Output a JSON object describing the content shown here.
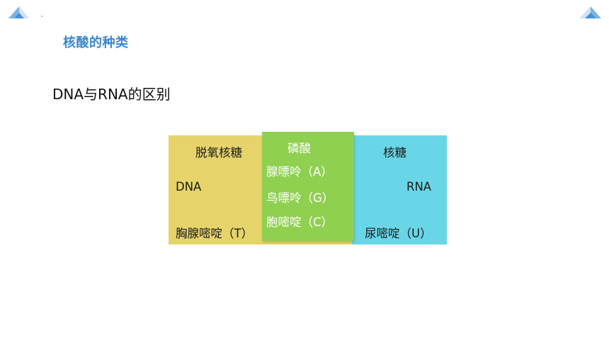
{
  "header": {
    "section_title": "核酸的种类",
    "left_icon": "mountain-triangle-icon",
    "right_icon": "mountain-triangle-icon"
  },
  "subtitle": "DNA与RNA的区别",
  "dna_box": {
    "sugar": "脱氧核糖",
    "name": "DNA",
    "base": "胸腺嘧啶（T）",
    "color": "#e6d46a"
  },
  "phosphate_box": {
    "title": "磷酸",
    "bases": [
      "腺嘌呤（A）",
      "鸟嘌呤（G）",
      "胞嘧啶（C）"
    ],
    "color": "#8fd050"
  },
  "rna_box": {
    "sugar": "核糖",
    "name": "RNA",
    "base": "尿嘧啶（U）",
    "color": "#69d6e8"
  },
  "colors": {
    "title_blue": "#3a86cf",
    "icon_blue": "#4a8fd4"
  }
}
